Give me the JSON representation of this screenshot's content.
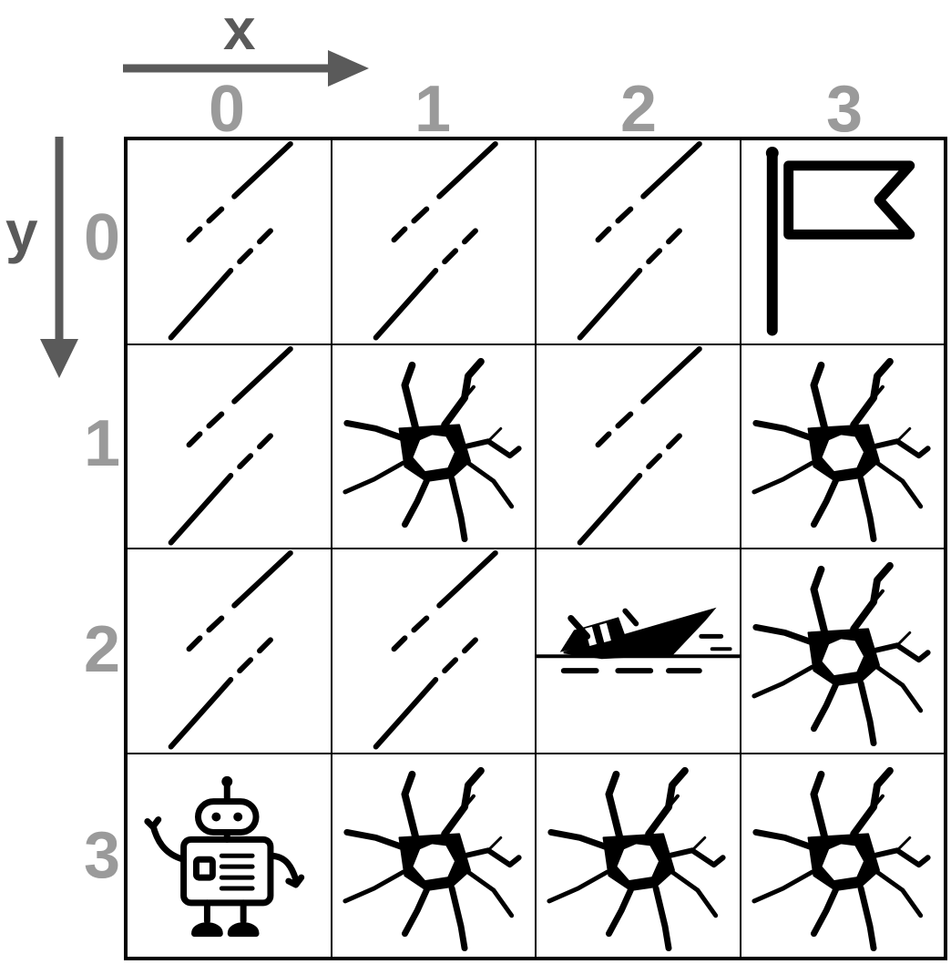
{
  "axes": {
    "x_label": "x",
    "y_label": "y",
    "columns": [
      "0",
      "1",
      "2",
      "3"
    ],
    "rows": [
      "0",
      "1",
      "2",
      "3"
    ],
    "axis_color": "#5a5a5a",
    "index_color": "#9a9a9a"
  },
  "grid": {
    "size": 4,
    "cells": [
      [
        "ice",
        "ice",
        "ice",
        "goal"
      ],
      [
        "ice",
        "hole",
        "ice",
        "hole"
      ],
      [
        "ice",
        "ice",
        "shipwreck",
        "hole"
      ],
      [
        "robot",
        "hole",
        "hole",
        "hole"
      ]
    ],
    "icons": {
      "ice": "ice-icon",
      "hole": "cracked-hole-icon",
      "goal": "flag-icon",
      "shipwreck": "shipwreck-icon",
      "robot": "robot-icon"
    }
  }
}
